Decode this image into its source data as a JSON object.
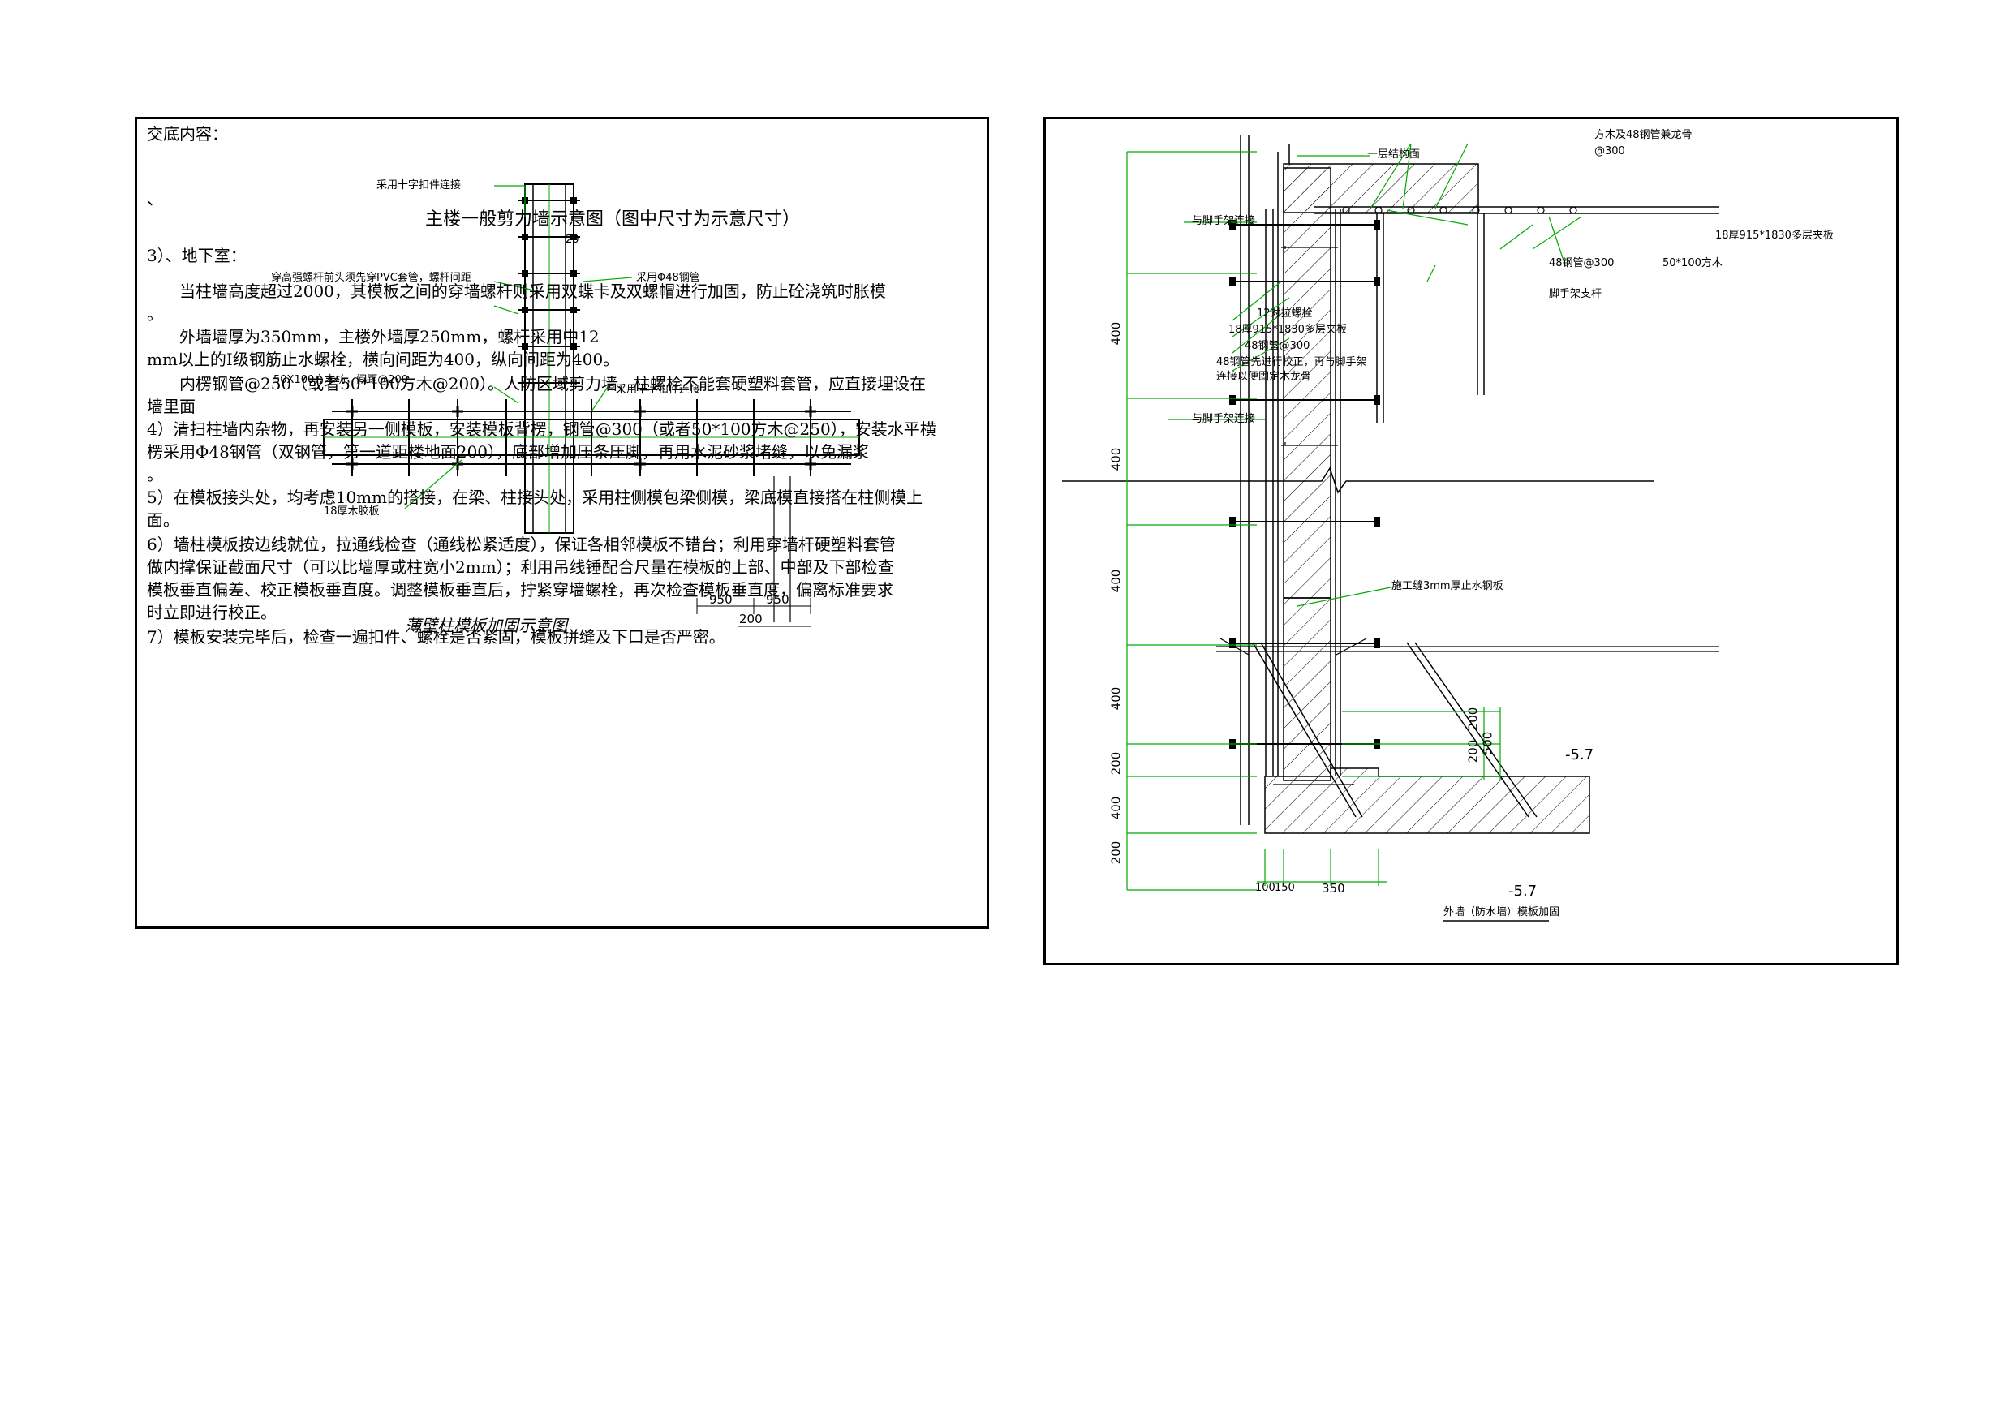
{
  "left": {
    "header": "交底内容：",
    "mark": "、",
    "title": "主楼一般剪力墙示意图（图中尺寸为示意尺寸）",
    "section3": "3）、地下室：",
    "p1a": "　　当柱墙高度超过2000，其模板之间的穿墙螺杆则采用双蝶卡及双螺帽进行加固，防止砼浇筑时胀模",
    "p1b": "。",
    "p2a": "　　外墙墙厚为350mm，主楼外墙厚250mm，螺杆采用中12",
    "p2b": "mm以上的Ⅰ级钢筋止水螺栓，横向间距为400，纵向间距为400。",
    "p3a": "　　内楞钢管@250（或者50*100方木@200）。人防区域剪力墙、柱螺栓不能套硬塑料套管，应直接埋设在",
    "p3b": "墙里面",
    "p4a": "4）清扫柱墙内杂物，再安装另一侧模板，安装模板背楞，钢管@300（或者50*100方木@250），安装水平横",
    "p4b": "楞采用Φ48钢管（双钢管，第一道距楼地面200），底部增加压条压脚，再用水泥砂浆堵缝，以免漏浆",
    "p4c": "。",
    "p5a": "5）在模板接头处，均考虑10mm的搭接，在梁、柱接头处，采用柱侧模包梁侧模，梁底模直接搭在柱侧模上",
    "p5b": "面。",
    "p6a": "6）墙柱模板按边线就位，拉通线检查（通线松紧适度），保证各相邻模板不错台；利用穿墙杆硬塑料套管",
    "p6b": "做内撑保证截面尺寸（可以比墙厚或柱宽小2mm）；利用吊线锤配合尺量在模板的上部、中部及下部检查",
    "p6c": "模板垂直偏差、校正模板垂直度。调整模板垂直后，拧紧穿墙螺栓，再次检查模板垂直度，偏离标准要求",
    "p6d": "时立即进行校正。",
    "p7": "7）模板安装完毕后，检查一遍扣件、螺栓是否紧固，模板拼缝及下口是否严密。",
    "diagram": {
      "cross_clamp": "采用十字扣件连接",
      "pvc_sleeve": "穿高强螺杆前头须先穿PVC套管，螺杆间距",
      "steel_pipe": "采用Φ48钢管",
      "timber": "50X100方木枋，间距@200",
      "cross_clamp2": "采用十字扣件连接",
      "plywood": "18厚木胶板",
      "dim_950a": "950",
      "dim_950b": "950",
      "dim_200": "200",
      "dim_20": "20",
      "caption": "薄壁柱模板加固示意图"
    }
  },
  "right": {
    "labels": {
      "first_floor": "一层结构面",
      "timber_beam": "方木及48钢管兼龙骨",
      "at300": "@300",
      "scaffold_connect": "与脚手架连接",
      "bolt12": "12对拉螺栓",
      "plywood": "18厚915*1830多层夹板",
      "pipe300a": "48钢管@300",
      "pipe_note1": "48钢管先进行校正，再与脚手架",
      "pipe_note2": "连接以便固定木龙骨",
      "scaffold_connect2": "与脚手架连接",
      "plywood2": "18厚915*1830多层夹板",
      "pipe300b": "48钢管@300",
      "timber50": "50*100方木",
      "scaffold_pole": "脚手架支杆",
      "waterstop": "施工缝3mm厚止水钢板",
      "caption": "外墙（防水墙）模板加固"
    },
    "dims": {
      "d400a": "400",
      "d400b": "400",
      "d400c": "400",
      "d400d": "400",
      "d200a": "200",
      "d400e": "400",
      "d200b": "200",
      "d200c": "200",
      "d200d": "200",
      "d500": "500",
      "d100": "100",
      "d150": "150",
      "d350": "350",
      "elev1": "-5.7",
      "elev2": "-5.7"
    }
  }
}
